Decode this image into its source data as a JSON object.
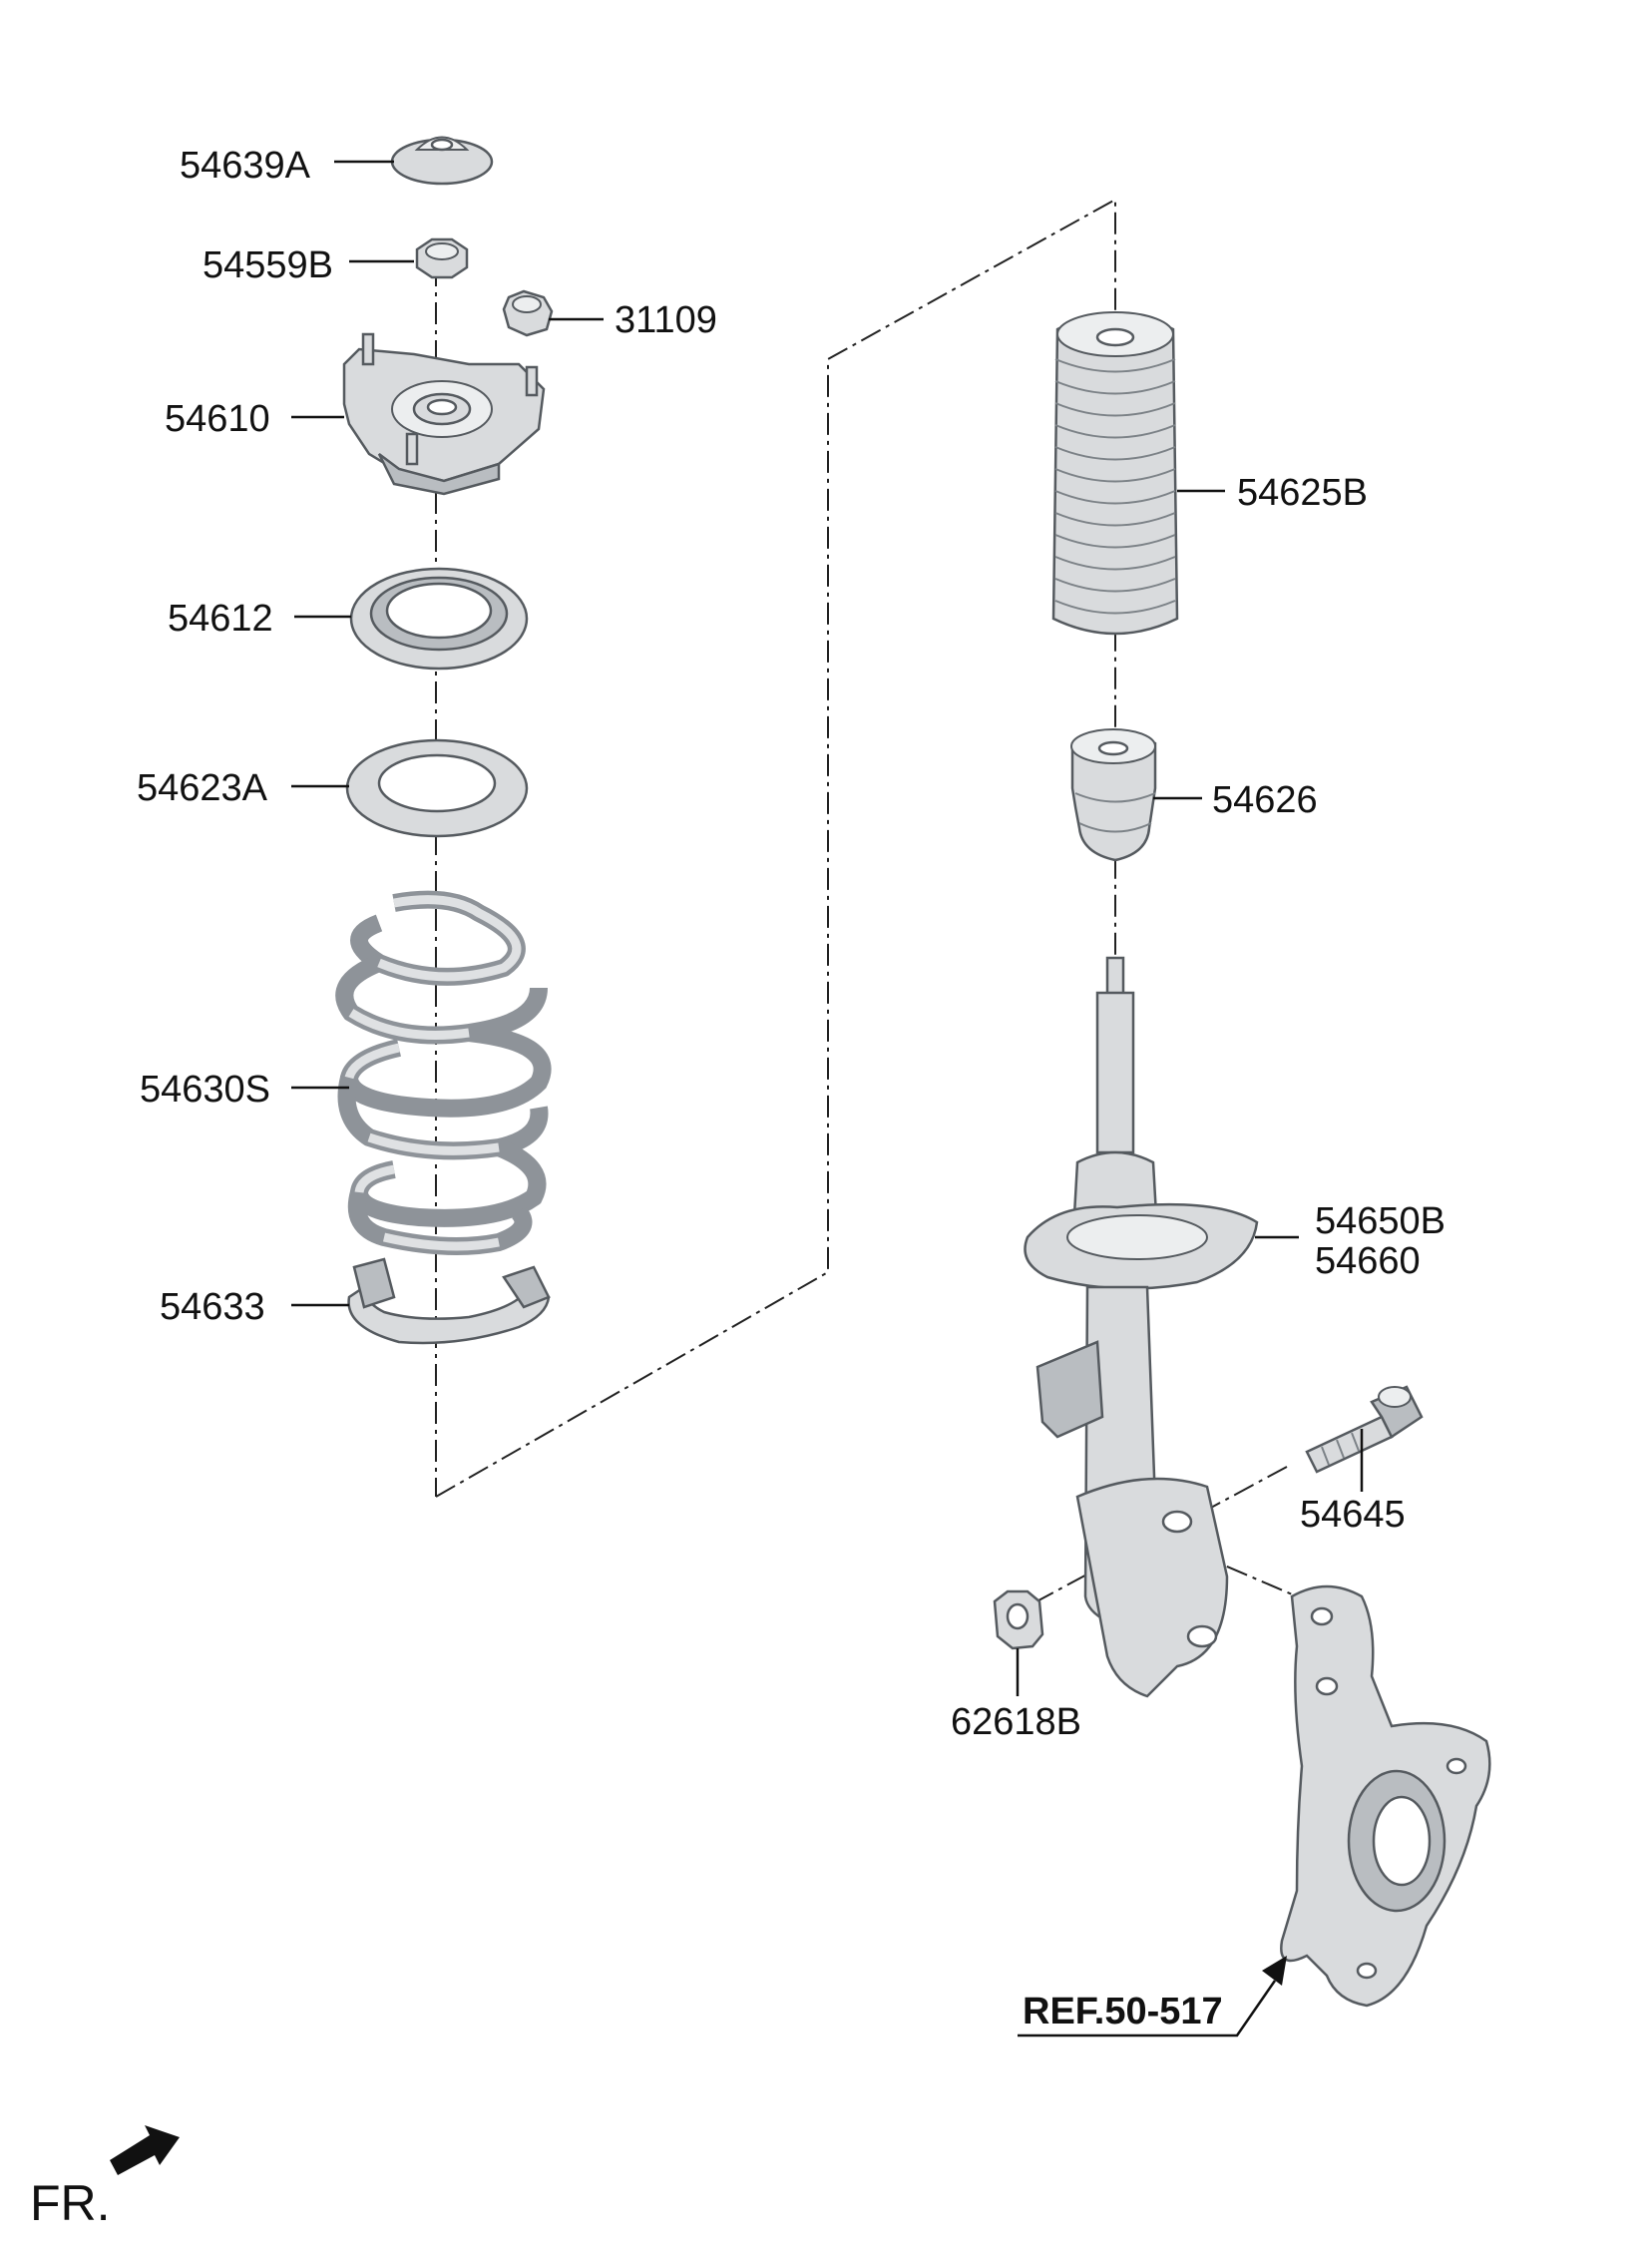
{
  "diagram": {
    "part_labels": [
      {
        "id": "54639A",
        "text": "54639A"
      },
      {
        "id": "54559B",
        "text": "54559B"
      },
      {
        "id": "31109",
        "text": "31109"
      },
      {
        "id": "54610",
        "text": "54610"
      },
      {
        "id": "54612",
        "text": "54612"
      },
      {
        "id": "54623A",
        "text": "54623A"
      },
      {
        "id": "54630S",
        "text": "54630S"
      },
      {
        "id": "54633",
        "text": "54633"
      },
      {
        "id": "54625B",
        "text": "54625B"
      },
      {
        "id": "54626",
        "text": "54626"
      },
      {
        "id": "54650B",
        "text": "54650B"
      },
      {
        "id": "54660",
        "text": "54660"
      },
      {
        "id": "54645",
        "text": "54645"
      },
      {
        "id": "62618B",
        "text": "62618B"
      }
    ],
    "reference": "REF.50-517",
    "front_indicator": "FR."
  }
}
